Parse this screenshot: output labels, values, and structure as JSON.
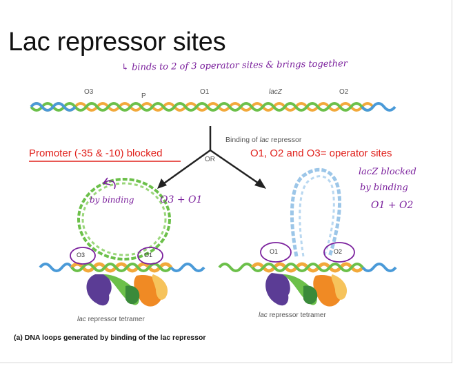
{
  "slide": {
    "title": "Lac repressor sites",
    "handwritten_top": "↳ binds to 2 of 3  operator sites & brings together",
    "dna_labels": {
      "o3": "O3",
      "p": "P",
      "o1": "O1",
      "lacz": "lacZ",
      "o2": "O2"
    },
    "binding_label_prefix": "Binding of ",
    "binding_label_italic": "lac",
    "binding_label_suffix": " repressor",
    "or_label": "OR",
    "promoter_note": "Promoter (-35 & -10) blocked",
    "operator_note": "O1, O2 and O3= operator sites",
    "left_handwriting": {
      "by_binding": "by binding",
      "sites": "O3 + O1"
    },
    "right_handwriting": {
      "line1": "lacZ blocked",
      "line2": "by binding",
      "line3": "O1 + O2"
    },
    "circle_labels": {
      "left_a": "O3",
      "left_b": "O1",
      "right_a": "O1",
      "right_b": "O2"
    },
    "tetramer_left_italic": "lac",
    "tetramer_left_rest": " repressor tetramer",
    "tetramer_right_italic": "lac",
    "tetramer_right_rest": " repressor tetramer",
    "caption": "(a) DNA loops generated by binding of the lac repressor"
  },
  "colors": {
    "red_text": "#e0201b",
    "ink": "#7a1f9c",
    "dna_green": "#6cc04a",
    "dna_orange": "#f2a93b",
    "dna_blue": "#4a9ad8",
    "loop_blue": "#9cc6e8",
    "repressor_purple": "#5b3c95",
    "repressor_orange": "#f08a24"
  }
}
